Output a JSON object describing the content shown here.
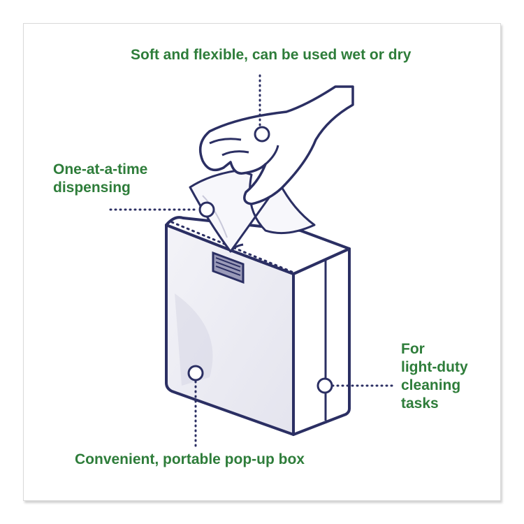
{
  "callouts": {
    "top": {
      "text": "Soft and flexible, can be used wet or dry"
    },
    "left": {
      "lines": [
        "One-at-a-time",
        "dispensing"
      ]
    },
    "right": {
      "lines": [
        "For",
        "light-duty",
        "cleaning",
        "tasks"
      ]
    },
    "bottom": {
      "text": "Convenient, portable pop-up box"
    }
  },
  "colors": {
    "label_text": "#2e7d3a",
    "outline": "#2b2f63",
    "box_fill": "#ebebf3",
    "box_shade": "#d8d8e6",
    "wipe_fill": "#f4f4f8"
  },
  "icons": [
    "hand-icon",
    "wipe-icon",
    "popup-box-icon",
    "marker-circle-icon"
  ]
}
